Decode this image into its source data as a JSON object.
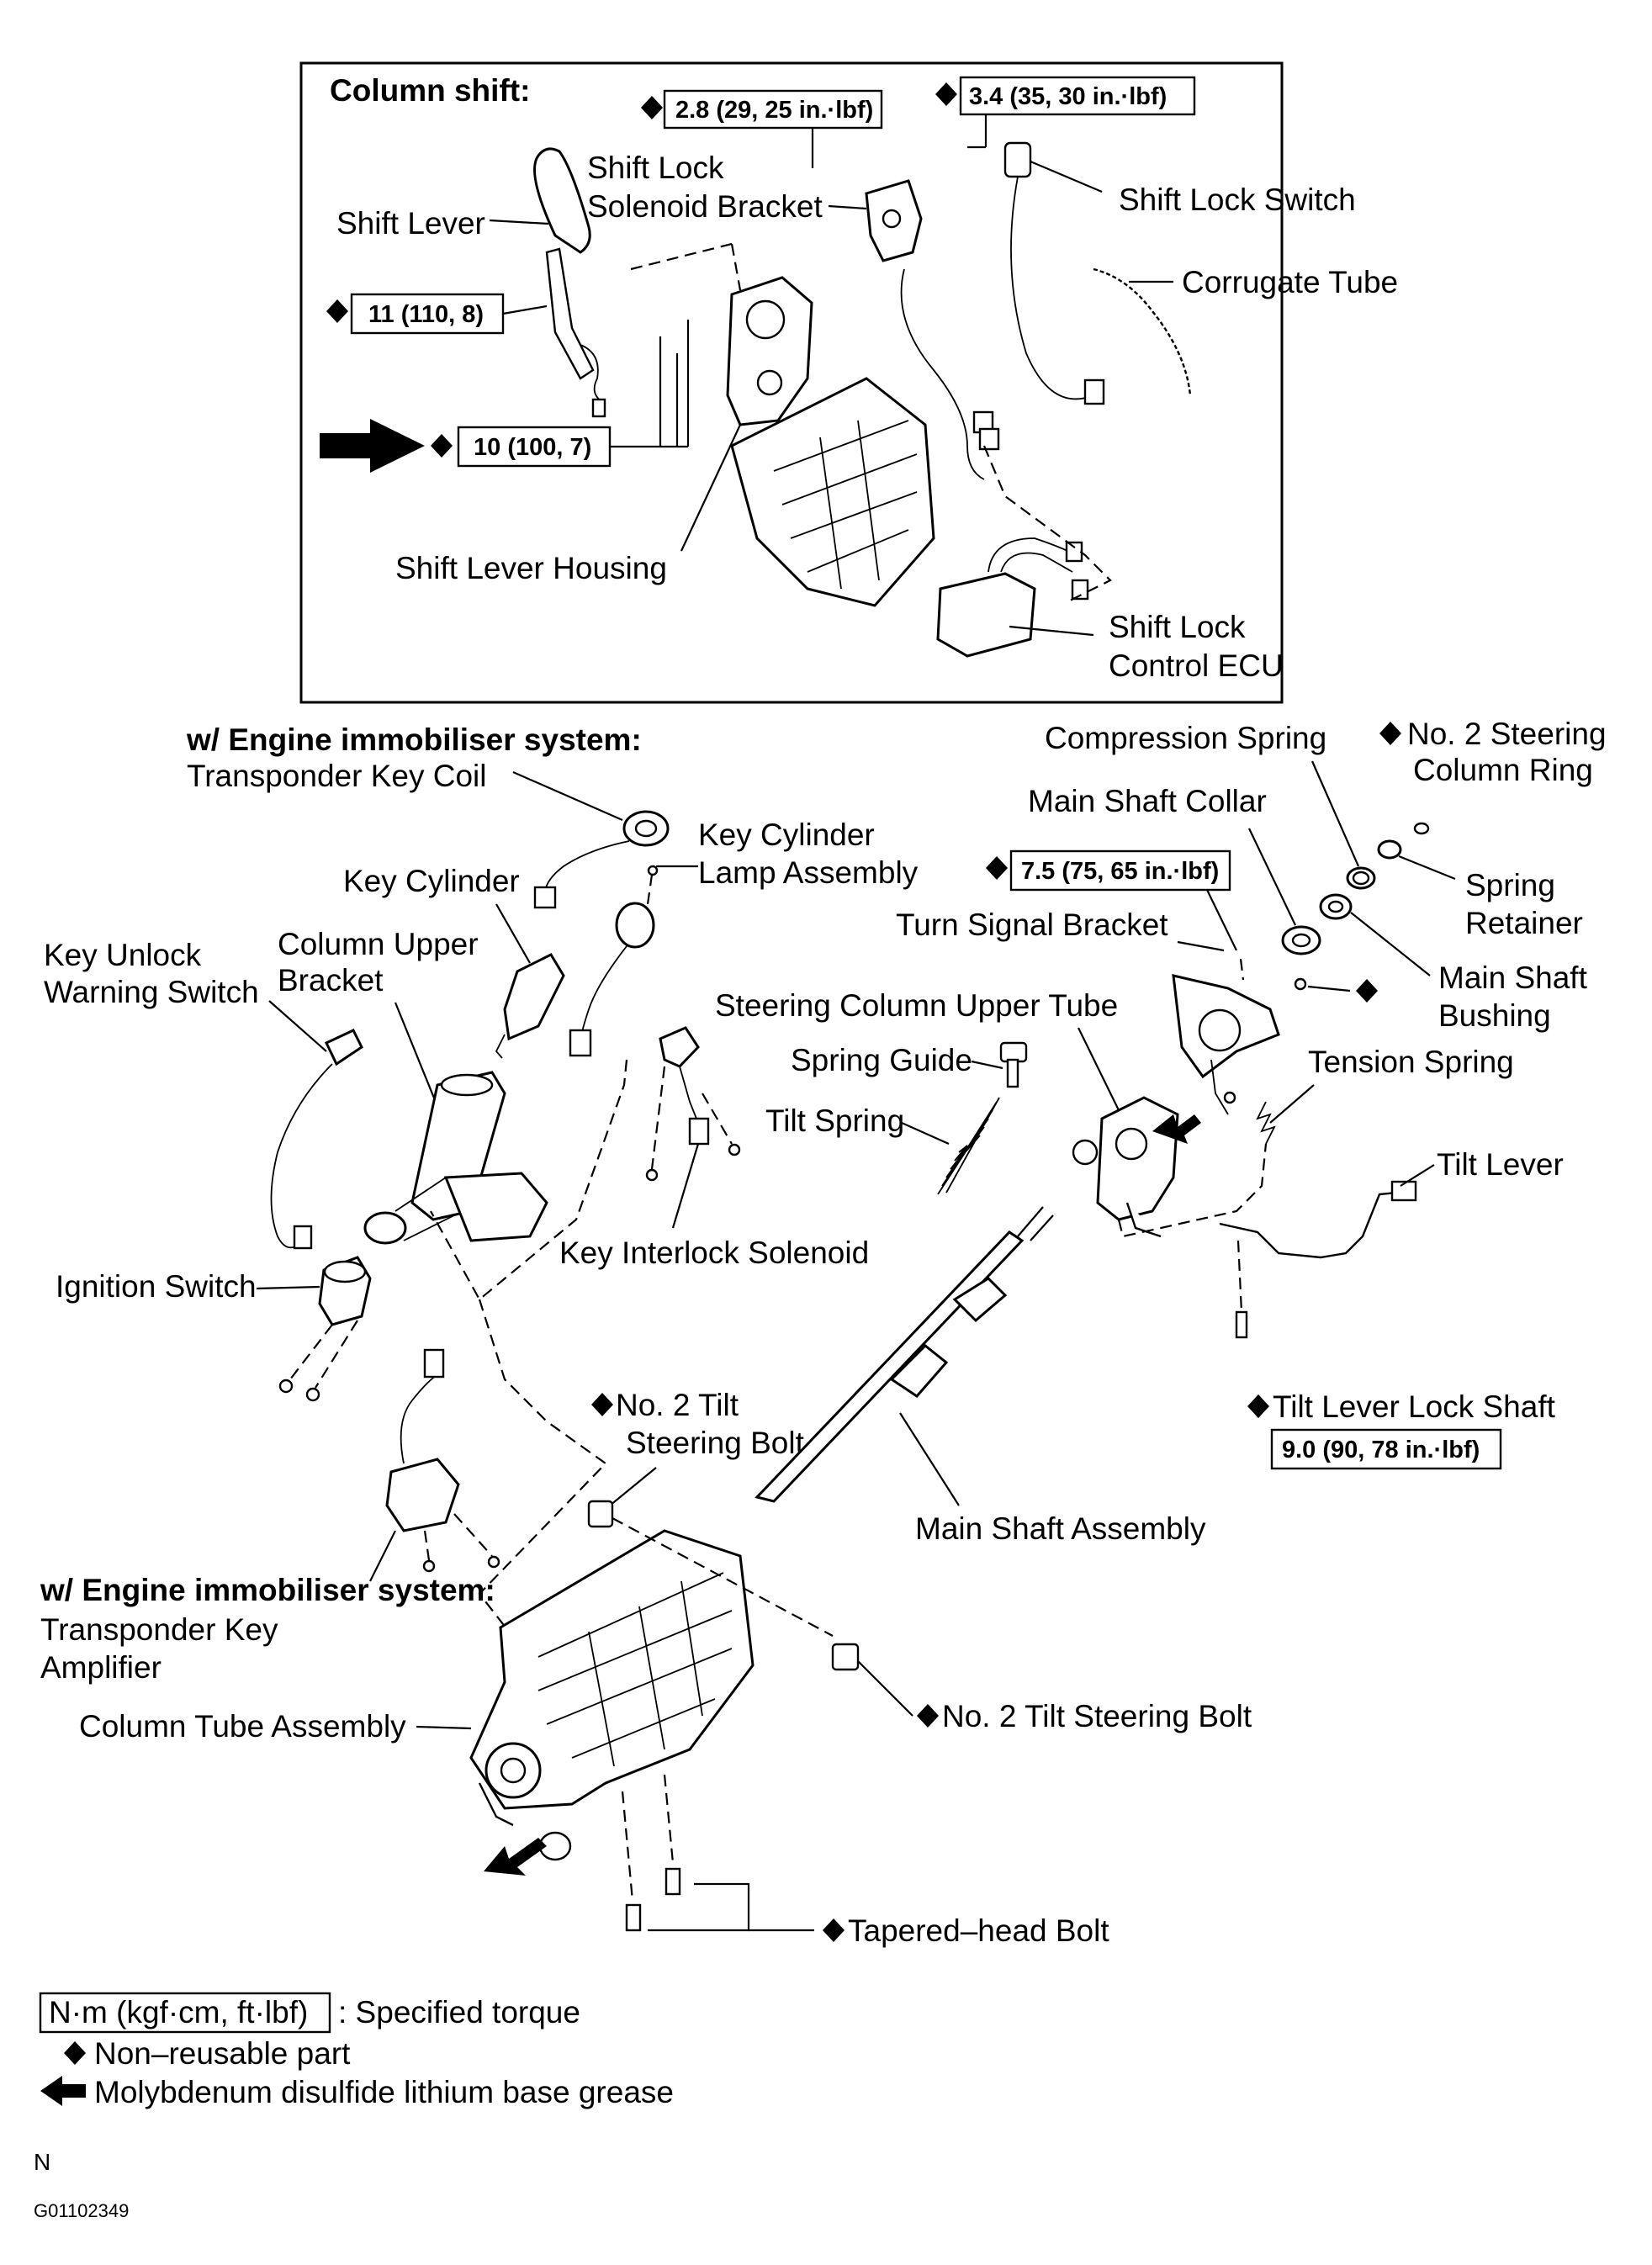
{
  "inset": {
    "title": "Column shift:",
    "labels": {
      "shift_lock_solenoid_bracket_1": "Shift Lock",
      "shift_lock_solenoid_bracket_2": "Solenoid Bracket",
      "shift_lock_switch": "Shift Lock Switch",
      "shift_lever": "Shift Lever",
      "corrugate_tube": "Corrugate Tube",
      "shift_lever_housing": "Shift Lever Housing",
      "shift_lock_control_ecu_1": "Shift Lock",
      "shift_lock_control_ecu_2": "Control ECU"
    },
    "torques": {
      "bracket_screw": "2.8 (29, 25 in.·lbf)",
      "switch_screw": "3.4 (35, 30 in.·lbf)",
      "lever_bolt": "11 (110, 8)",
      "housing_bolts": "10 (100, 7)"
    }
  },
  "main": {
    "immobiliser_heading_1": "w/ Engine immobiliser system:",
    "transponder_key_coil": "Transponder Key Coil",
    "key_cylinder_lamp_1": "Key Cylinder",
    "key_cylinder_lamp_2": "Lamp Assembly",
    "key_cylinder": "Key Cylinder",
    "key_unlock_1": "Key Unlock",
    "key_unlock_2": "Warning Switch",
    "column_upper_bracket_1": "Column Upper",
    "column_upper_bracket_2": "Bracket",
    "ignition_switch": "Ignition Switch",
    "key_interlock_solenoid": "Key Interlock Solenoid",
    "steering_column_upper_tube": "Steering Column Upper Tube",
    "spring_guide": "Spring Guide",
    "tilt_spring": "Tilt Spring",
    "compression_spring": "Compression Spring",
    "no2_ring_1": "No. 2 Steering",
    "no2_ring_2": "Column Ring",
    "main_shaft_collar": "Main Shaft Collar",
    "spring_retainer_1": "Spring",
    "spring_retainer_2": "Retainer",
    "turn_signal_bracket": "Turn Signal Bracket",
    "main_shaft_bushing_1": "Main Shaft",
    "main_shaft_bushing_2": "Bushing",
    "tension_spring": "Tension Spring",
    "tilt_lever": "Tilt Lever",
    "tilt_lever_lock_shaft": "Tilt Lever Lock Shaft",
    "no2_tilt_bolt_upper_1": "No. 2 Tilt",
    "no2_tilt_bolt_upper_2": "Steering Bolt",
    "main_shaft_assembly": "Main Shaft Assembly",
    "immobiliser_heading_2": "w/ Engine immobiliser system:",
    "transponder_key_amp_1": "Transponder Key",
    "transponder_key_amp_2": "Amplifier",
    "column_tube_assembly": "Column Tube Assembly",
    "no2_tilt_bolt_lower": "No. 2 Tilt Steering Bolt",
    "tapered_head_bolt": "Tapered–head Bolt",
    "torque_turn_signal": "7.5 (75, 65 in.·lbf)",
    "torque_tilt_lock": "9.0 (90, 78 in.·lbf)"
  },
  "legend": {
    "torque_unit": "N·m (kgf·cm, ft·lbf)",
    "torque_desc": ": Specified torque",
    "non_reusable": "Non–reusable part",
    "grease": "Molybdenum disulfide lithium base grease"
  },
  "footer": {
    "letter": "N",
    "code": "G01102349"
  }
}
